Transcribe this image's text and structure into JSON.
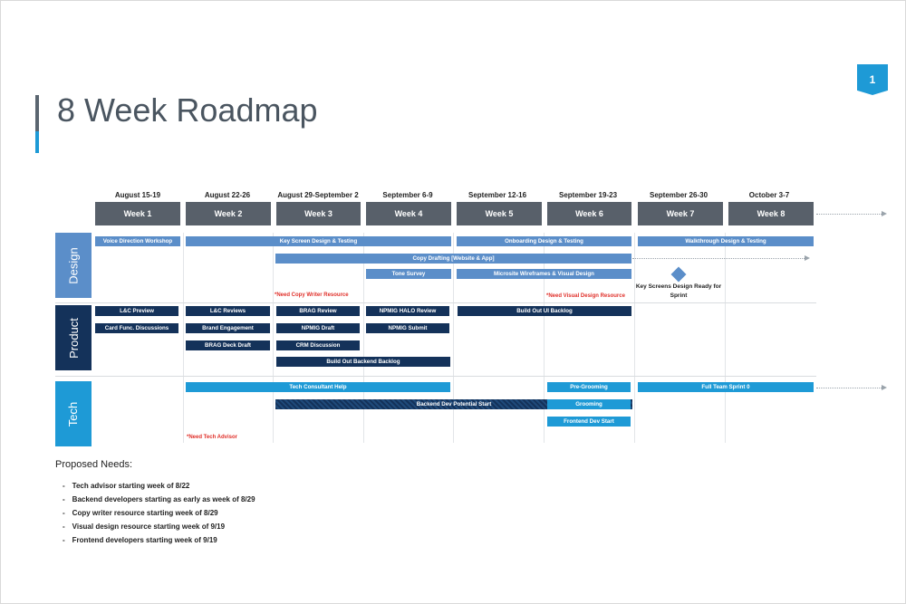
{
  "page": {
    "number": "1",
    "title": "8 Week Roadmap"
  },
  "timeline": {
    "dates": [
      "August 15-19",
      "August 22-26",
      "August 29-September 2",
      "September 6-9",
      "September 12-16",
      "September 19-23",
      "September 26-30",
      "October 3-7"
    ],
    "weeks": [
      "Week 1",
      "Week 2",
      "Week 3",
      "Week 4",
      "Week 5",
      "Week 6",
      "Week 7",
      "Week 8"
    ]
  },
  "lanes": {
    "design": "Design",
    "product": "Product",
    "tech": "Tech"
  },
  "design": {
    "voice_direction": "Voice Direction Workshop",
    "key_screen": "Key Screen Design & Testing",
    "onboarding": "Onboarding Design & Testing",
    "walkthrough": "Walkthrough Design & Testing",
    "copy_drafting": "Copy Drafting [Website & App]",
    "tone_survey": "Tone Survey",
    "microsite": "Microsite Wireframes & Visual Design",
    "milestone": "Key Screens Design Ready for Sprint",
    "note_copy": "*Need Copy Writer Resource",
    "note_visual": "*Need Visual Design Resource"
  },
  "product": {
    "lc_preview": "L&C Preview",
    "card_func": "Card Func. Discussions",
    "lc_reviews": "L&C Reviews",
    "brand_engagement": "Brand Engagement",
    "brag_deck": "BRAG Deck Draft",
    "brag_review": "BRAG Review",
    "npmig_draft": "NPMIG Draft",
    "crm": "CRM Discussion",
    "npmig_halo": "NPMIG HALO Review",
    "npmig_submit": "NPMIG Submit",
    "build_ui": "Build Out UI Backlog",
    "build_backend": "Build Out Backend Backlog"
  },
  "tech": {
    "consultant": "Tech Consultant Help",
    "backend_dev": "Backend Dev Potential Start",
    "pre_grooming": "Pre-Grooming",
    "grooming": "Grooming",
    "frontend_dev": "Frontend Dev Start",
    "full_team": "Full Team Sprint 0",
    "note_advisor": "*Need Tech Advisor"
  },
  "needs": {
    "title": "Proposed Needs:",
    "items": [
      "Tech advisor starting week of 8/22",
      "Backend developers starting as early as week of 8/29",
      "Copy writer resource starting week of 8/29",
      "Visual design resource starting week of 9/19",
      "Frontend developers starting week of 9/19"
    ]
  },
  "colors": {
    "accent": "#1e9ad6",
    "design_blue": "#5b8ec9",
    "navy": "#14325a",
    "week_gray": "#58606a"
  }
}
